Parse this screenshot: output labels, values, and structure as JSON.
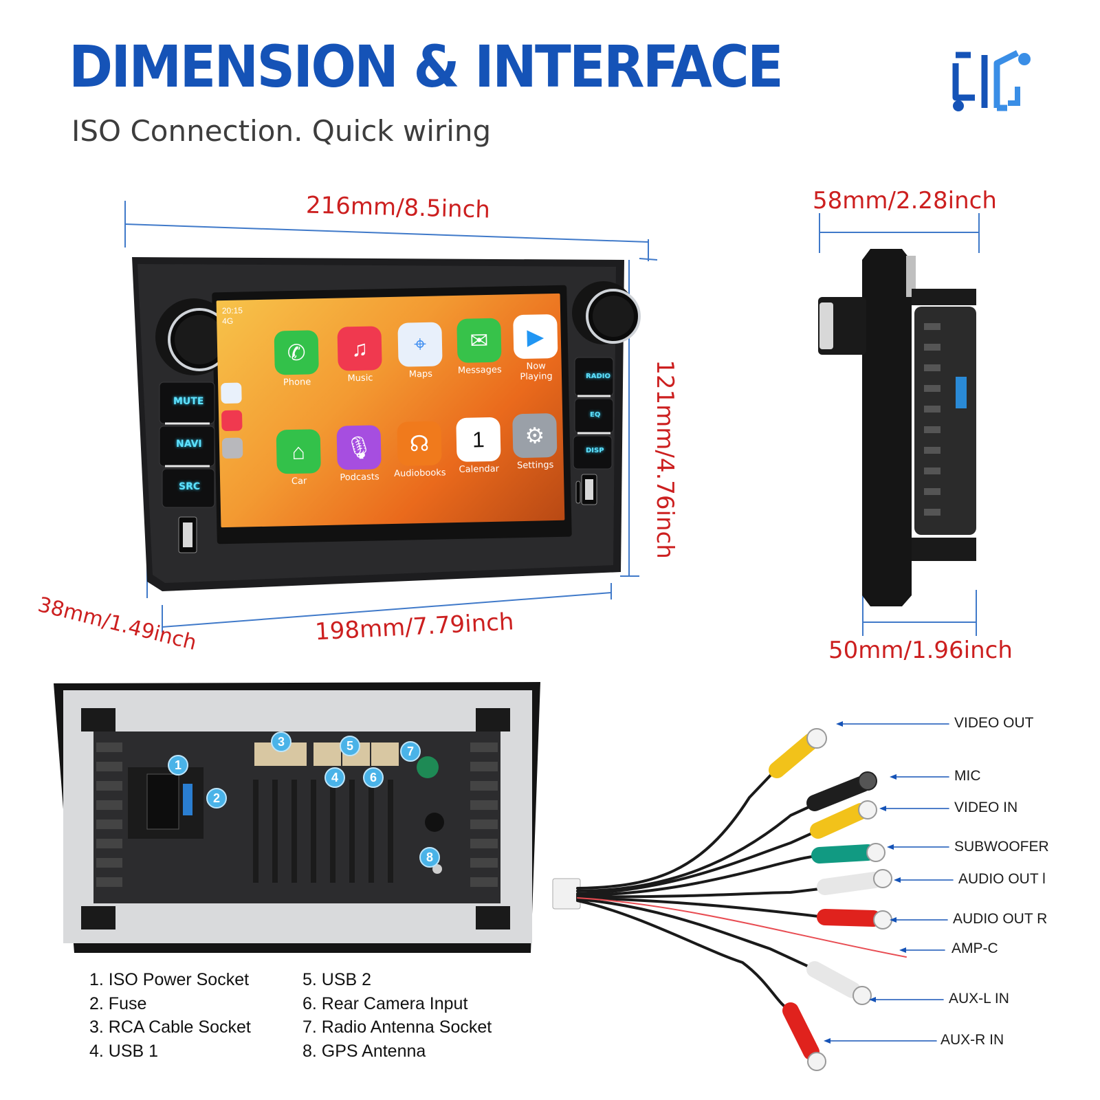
{
  "header": {
    "title": "DIMENSION & INTERFACE",
    "subtitle": "ISO Connection. Quick wiring",
    "logo_icon": "bluetooth-music-icon"
  },
  "colors": {
    "title_blue": "#1553b7",
    "dimension_red": "#cc1f1f",
    "guide_blue": "#3f79c9",
    "badge_blue": "#4ab3e8"
  },
  "dimensions": {
    "front_width_top": "216mm/8.5inch",
    "front_height": "121mm/4.76inch",
    "front_depth": "38mm/1.49inch",
    "front_width_bottom": "198mm/7.79inch",
    "side_width_top": "58mm/2.28inch",
    "side_width_bottom": "50mm/1.96inch"
  },
  "head_unit": {
    "status_time": "20:15",
    "status_network": "4G",
    "left_buttons": [
      "MUTE",
      "NAVI",
      "SRC"
    ],
    "right_buttons": [
      "RADIO",
      "EQ",
      "DISP"
    ],
    "apps_row1": [
      {
        "label": "Phone",
        "icon": "phone-icon",
        "color": "#33c14a"
      },
      {
        "label": "Music",
        "icon": "music-headphones-icon",
        "color": "#f0394f"
      },
      {
        "label": "Maps",
        "icon": "map-pin-icon",
        "color": "#3c8cf0"
      },
      {
        "label": "Messages",
        "icon": "message-bubble-icon",
        "color": "#37c24a"
      },
      {
        "label": "Now Playing",
        "icon": "play-icon",
        "color": "#ffffff"
      }
    ],
    "apps_row2": [
      {
        "label": "Car",
        "icon": "home-icon",
        "color": "#33c14a"
      },
      {
        "label": "Podcasts",
        "icon": "podcast-mic-icon",
        "color": "#a64ee0"
      },
      {
        "label": "Audiobooks",
        "icon": "audiobook-headphones-icon",
        "color": "#f07a1c"
      },
      {
        "label": "Calendar",
        "icon": "calendar-icon",
        "color": "#ffffff"
      },
      {
        "label": "Settings",
        "icon": "gear-icon",
        "color": "#9aa0a8"
      }
    ]
  },
  "rear_panel": {
    "badges": [
      "1",
      "2",
      "3",
      "4",
      "5",
      "6",
      "7",
      "8"
    ]
  },
  "legend": {
    "left": [
      "1. ISO Power Socket",
      "2. Fuse",
      "3. RCA Cable Socket",
      "4. USB 1"
    ],
    "right": [
      "5. USB 2",
      "6. Rear Camera Input",
      "7. Radio Antenna Socket",
      "8. GPS Antenna"
    ]
  },
  "cable_labels": [
    "VIDEO OUT",
    "MIC",
    "VIDEO IN",
    "SUBWOOFER",
    "AUDIO OUT l",
    "AUDIO OUT R",
    "AMP-C",
    "AUX-L IN",
    "AUX-R IN"
  ]
}
